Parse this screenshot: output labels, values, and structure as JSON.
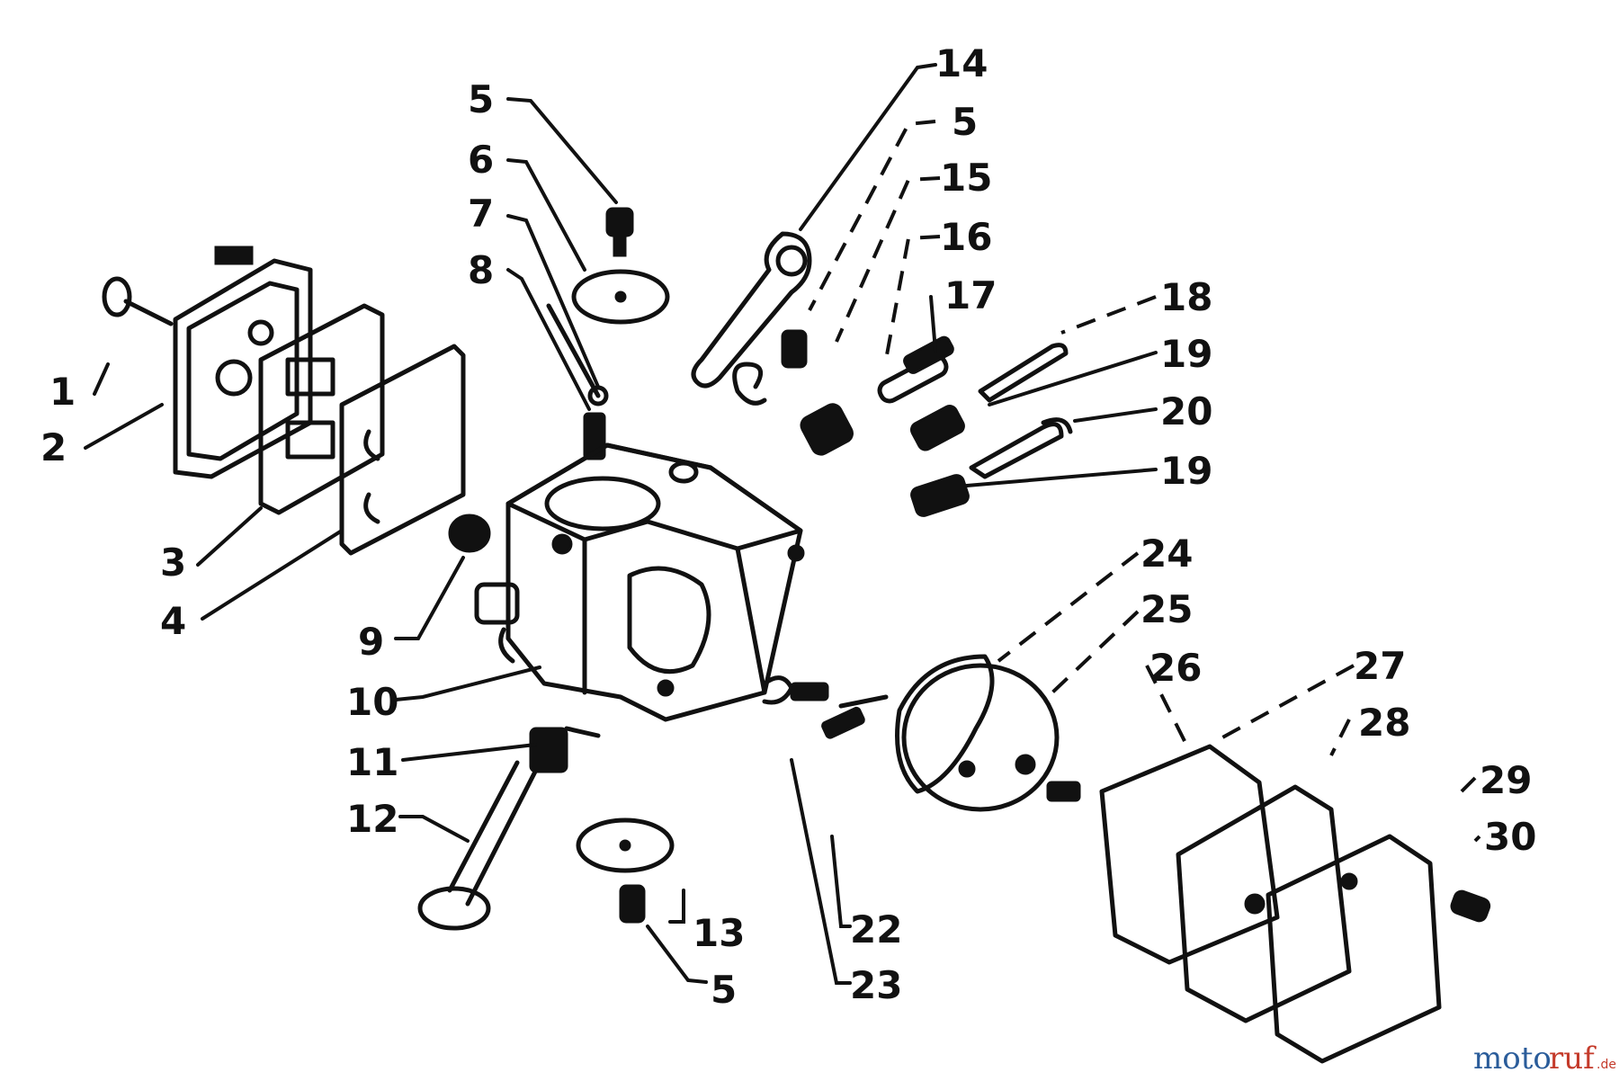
{
  "labels": {
    "l1": "1",
    "l2": "2",
    "l3": "3",
    "l4": "4",
    "l5a": "5",
    "l6": "6",
    "l7": "7",
    "l8": "8",
    "l9": "9",
    "l10": "10",
    "l11": "11",
    "l12": "12",
    "l13": "13",
    "l5d": "5",
    "l14": "14",
    "l5b": "5",
    "l15": "15",
    "l16": "16",
    "l17": "17",
    "l18": "18",
    "l19a": "19",
    "l20": "20",
    "l19b": "19",
    "l22": "22",
    "l23": "23",
    "l24": "24",
    "l25": "25",
    "l26": "26",
    "l27": "27",
    "l28": "28",
    "l29": "29",
    "l30": "30"
  },
  "watermark": {
    "part1": "moto",
    "part2": "ruf",
    "tld": ".de"
  }
}
